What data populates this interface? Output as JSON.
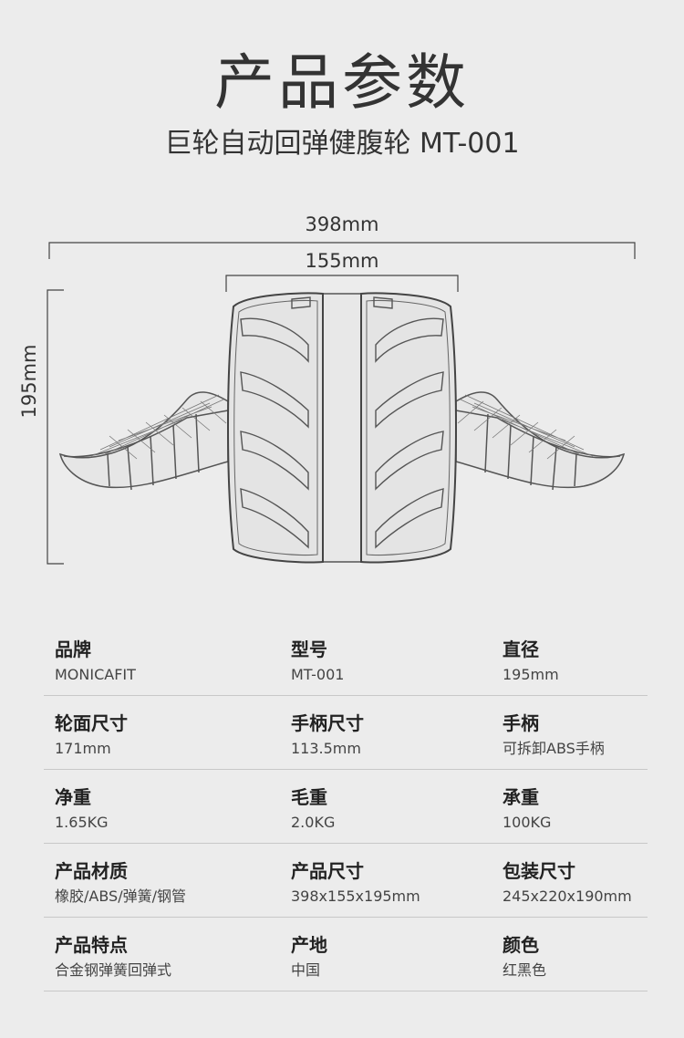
{
  "header": {
    "title": "产品参数",
    "subtitle": "巨轮自动回弹健腹轮 MT-001"
  },
  "dimensions": {
    "width_total": "398mm",
    "wheel_width": "155mm",
    "diameter": "195mm"
  },
  "specs": [
    [
      {
        "label": "品牌",
        "value": "MONICAFIT"
      },
      {
        "label": "型号",
        "value": "MT-001"
      },
      {
        "label": "直径",
        "value": "195mm"
      }
    ],
    [
      {
        "label": "轮面尺寸",
        "value": "171mm"
      },
      {
        "label": "手柄尺寸",
        "value": "113.5mm"
      },
      {
        "label": "手柄",
        "value": "可拆卸ABS手柄"
      }
    ],
    [
      {
        "label": "净重",
        "value": "1.65KG"
      },
      {
        "label": "毛重",
        "value": "2.0KG"
      },
      {
        "label": "承重",
        "value": "100KG"
      }
    ],
    [
      {
        "label": "产品材质",
        "value": "橡胶/ABS/弹簧/钢管"
      },
      {
        "label": "产品尺寸",
        "value": "398x155x195mm"
      },
      {
        "label": "包装尺寸",
        "value": "245x220x190mm"
      }
    ],
    [
      {
        "label": "产品特点",
        "value": "合金钢弹簧回弹式"
      },
      {
        "label": "产地",
        "value": "中国"
      },
      {
        "label": "颜色",
        "value": "红黑色"
      }
    ]
  ]
}
